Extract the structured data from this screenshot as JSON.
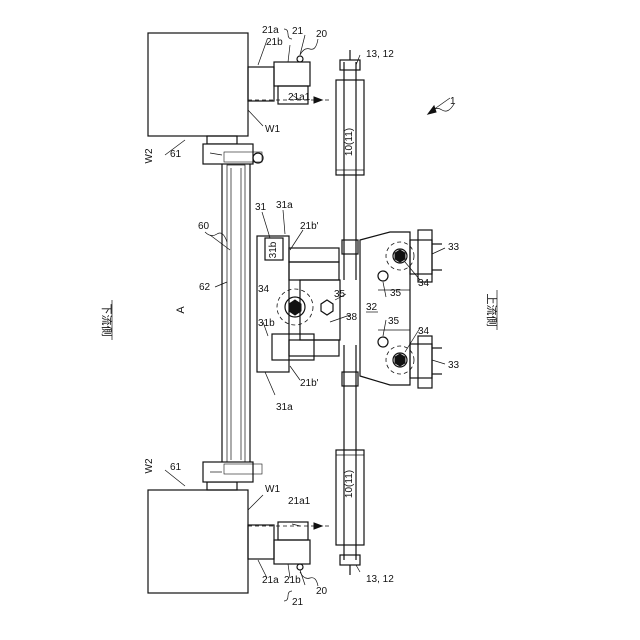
{
  "labels": {
    "l_1": "1",
    "l_20": "20",
    "l_21": "21",
    "l_21a": "21a",
    "l_21b": "21b",
    "l_21a1": "21a1",
    "l_w1": "W1",
    "l_w2": "W2",
    "l_61": "61",
    "l_60": "60",
    "l_62": "62",
    "l_a": "A",
    "l_31": "31",
    "l_31a": "31a",
    "l_31b": "31b",
    "l_21b_prime": "21b'",
    "l_34": "34",
    "l_35": "35",
    "l_32": "32",
    "l_38": "38",
    "l_33": "33",
    "l_10_11": "10(11)",
    "l_13_12": "13, 12",
    "downstream": "下流側",
    "upstream": "上流側"
  }
}
